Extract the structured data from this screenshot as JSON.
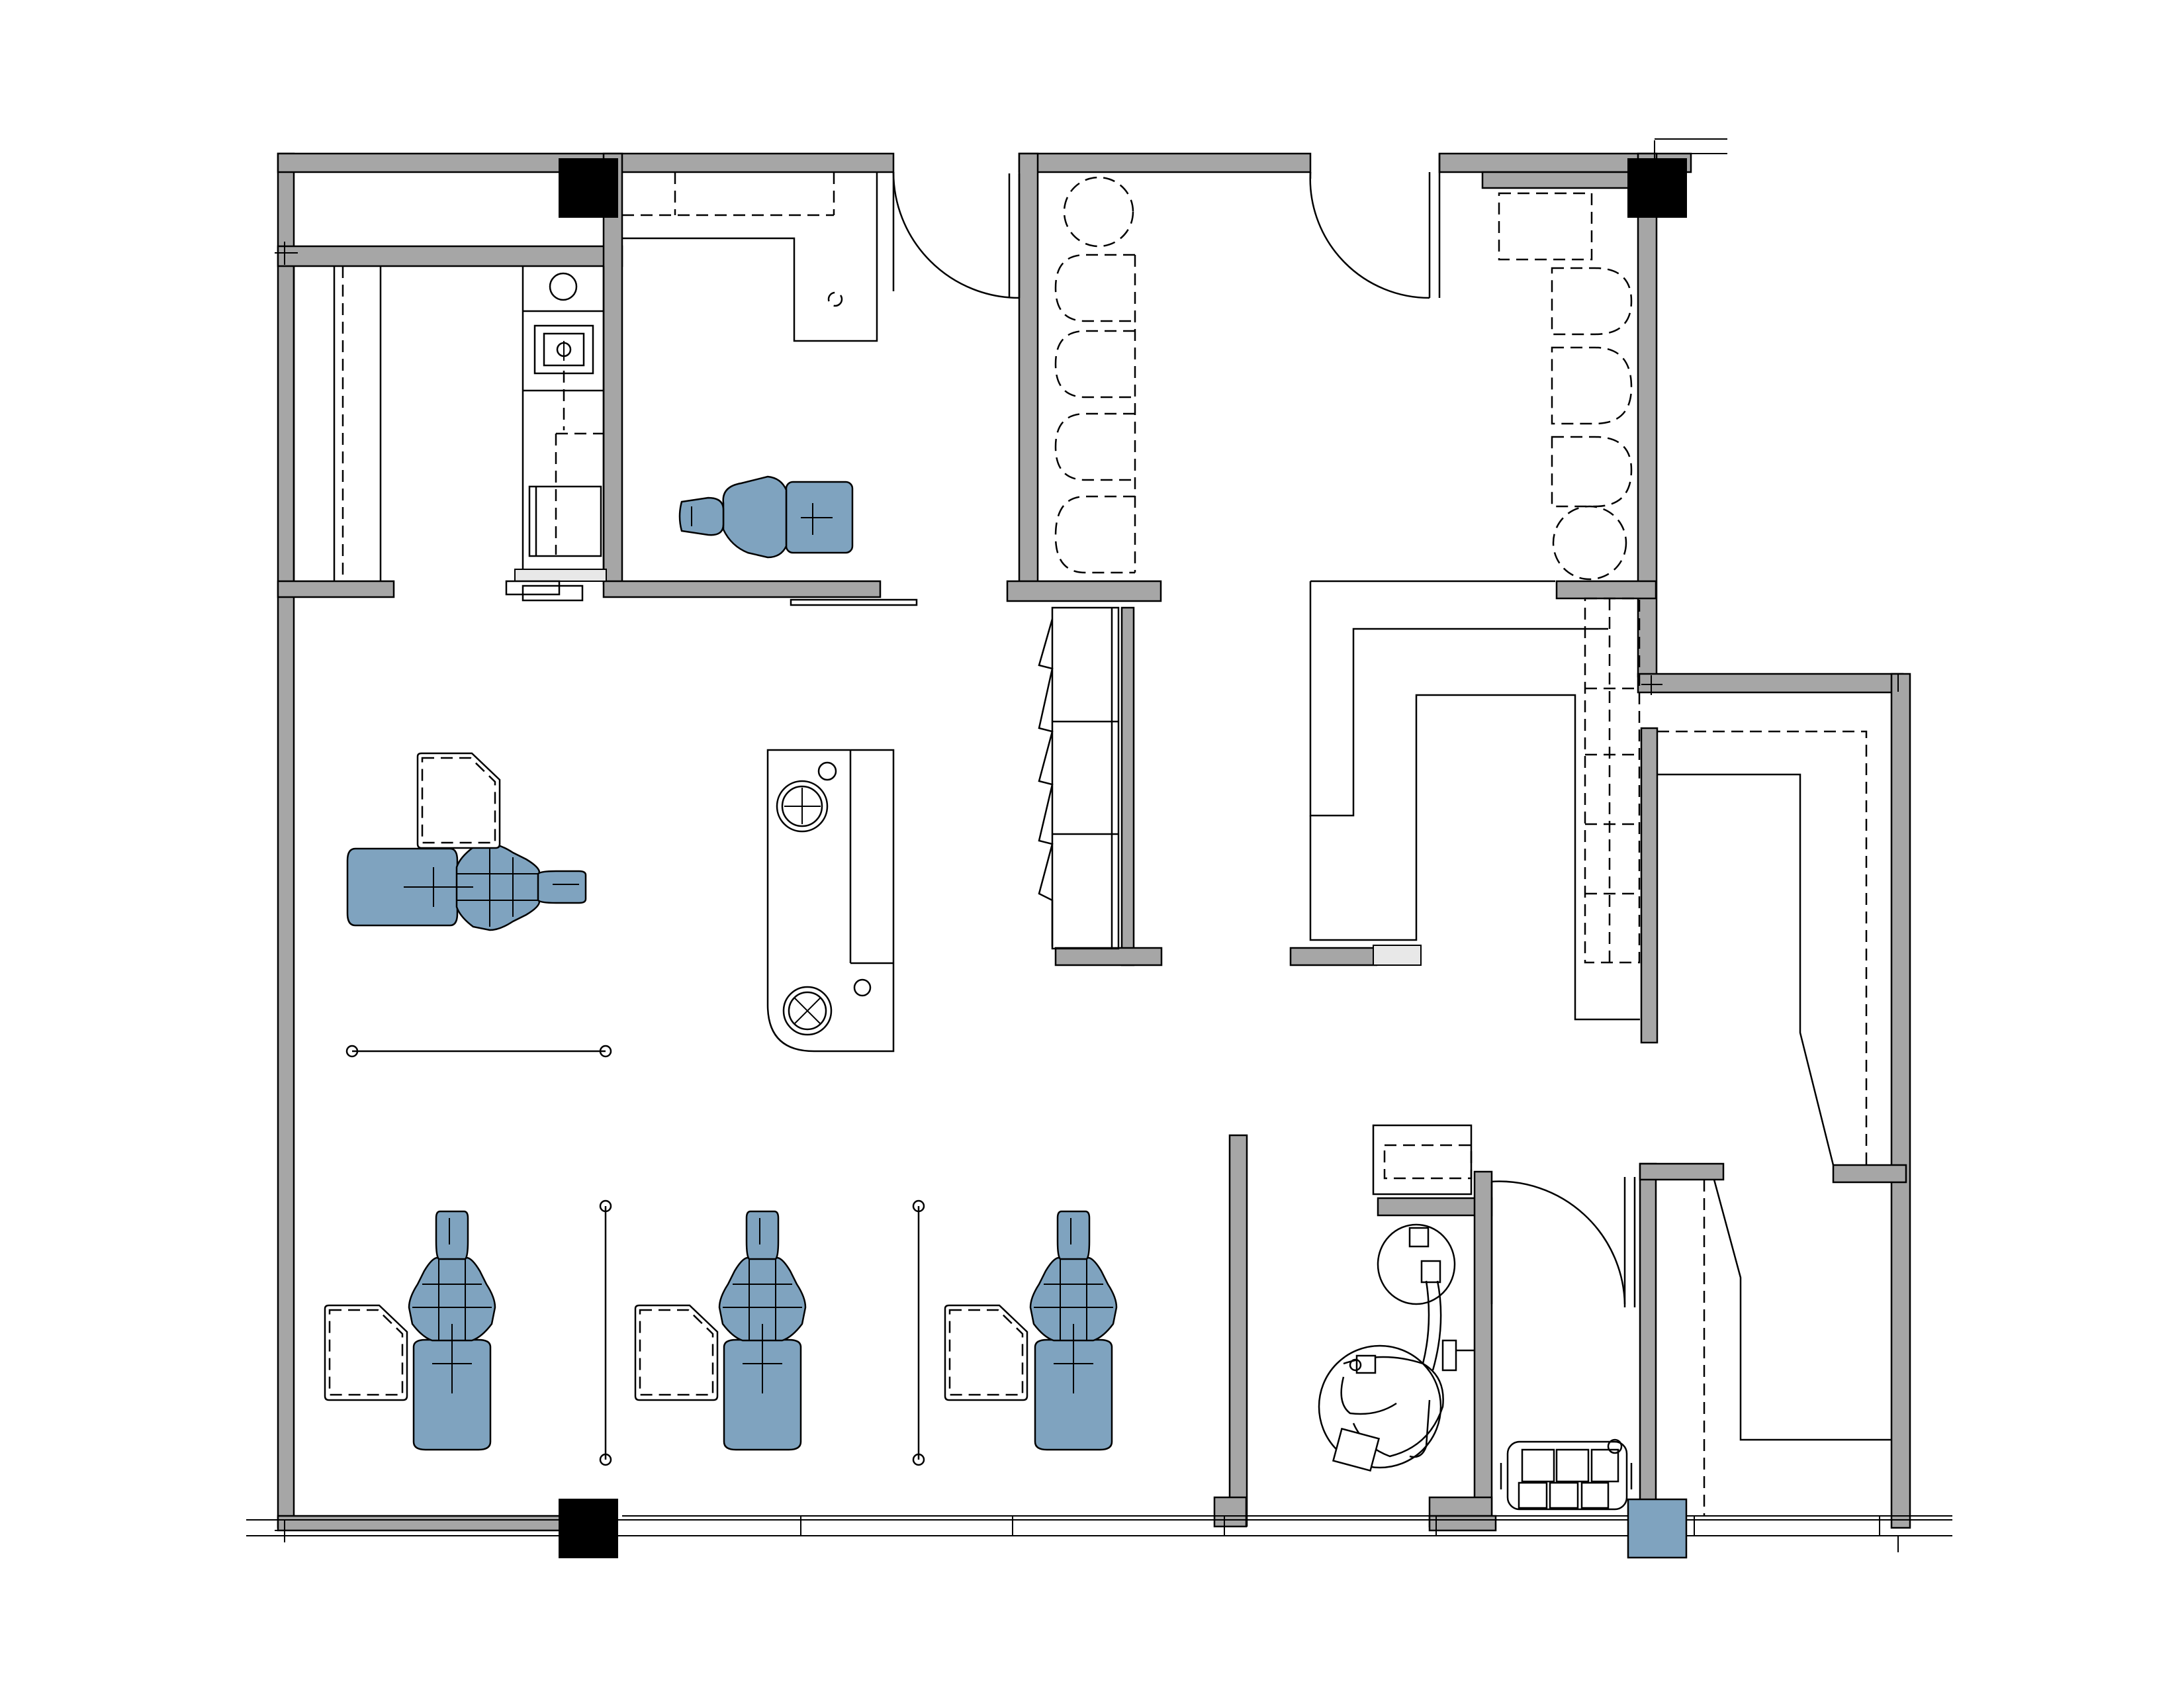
{
  "colors": {
    "wall": "#a6a6a6",
    "column": "#000000",
    "equipment": "#7fa3bf",
    "background": "#ffffff"
  },
  "icons": {
    "dental_chair": "dental-chair-icon",
    "stool": "stool-icon",
    "sink": "sink-icon",
    "panoramic_xray": "panoramic-xray-icon",
    "compressor": "compressor-icon"
  },
  "floor_plan": {
    "rooms": [
      "treatment-room-single",
      "open-operatory",
      "sterilization-island",
      "waiting-area",
      "reception-desk",
      "xray-room",
      "mechanical-room",
      "lab-corridor"
    ],
    "dental_chair_count": 5,
    "text_labels": []
  }
}
